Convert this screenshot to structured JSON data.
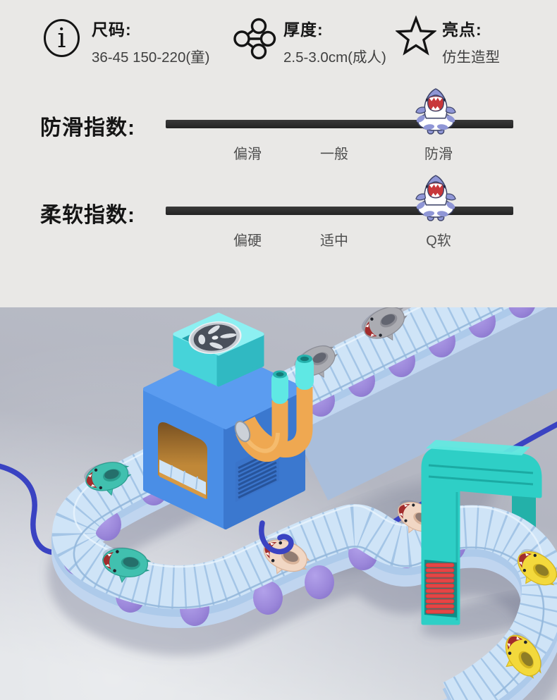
{
  "specs": {
    "items": [
      {
        "icon": "info-icon",
        "label": "尺码:",
        "value": "36-45  150-220(童)"
      },
      {
        "icon": "share-icon",
        "label": "厚度:",
        "value": "2.5-3.0cm(成人)"
      },
      {
        "icon": "star-icon",
        "label": "亮点:",
        "value": "仿生造型"
      }
    ]
  },
  "indices": [
    {
      "title": "防滑指数:",
      "ticks": [
        "偏滑",
        "一般",
        "防滑"
      ],
      "marker": "shark-mascot",
      "marker_position": "防滑"
    },
    {
      "title": "柔软指数:",
      "ticks": [
        "偏硬",
        "适中",
        "Q软"
      ],
      "marker": "shark-mascot",
      "marker_position": "Q软"
    }
  ],
  "scene": {
    "objects": [
      "conveyor-belt",
      "purple-rollers",
      "blower-machine",
      "cooling-fan",
      "air-tubes",
      "press-arch-machine",
      "spring-coil",
      "metal-handle",
      "power-cable",
      "shark-slippers"
    ]
  },
  "colors": {
    "header_bg": "#e9e8e6",
    "text_primary": "#151515",
    "text_secondary": "#3f3f3f",
    "tick": "#4f4f4f",
    "bar": "#2d2d2d",
    "mascot_body": "#8f96d6",
    "mascot_mouth": "#c8373a",
    "mascot_outline": "#40466b",
    "floor_top": "#b9bcc6",
    "floor_bottom": "#dde0e4",
    "belt_surface": "#cfe4f7",
    "belt_slat": "#9cc0e3",
    "belt_side": "#adcaea",
    "belt_plinth": "#c0d5ef",
    "belt_base": "#a9bedb",
    "roller": "#9b87da",
    "roller_dark": "#8471c9",
    "machine_front": "#4a8ee6",
    "machine_side": "#3b78cf",
    "machine_top": "#5b9cf0",
    "tunnel": "#c08838",
    "tunnel_dark": "#7a5222",
    "box_cyan_top": "#8df0f2",
    "box_cyan_front": "#46d3d9",
    "box_cyan_side": "#30b9c2",
    "tube": "#efa851",
    "tube_tip": "#5fe8e4",
    "cable": "#3a43c2",
    "arch": "#2ecfc6",
    "arch_dark": "#17a29b",
    "arch_top": "#63e8e0",
    "coil": "#e64545",
    "slipper_teal": "#41c0af",
    "slipper_gray": "#abacb2",
    "slipper_beige": "#f1d7c4",
    "slipper_yellow": "#f3d93c",
    "metal": "#e4e8ec"
  }
}
